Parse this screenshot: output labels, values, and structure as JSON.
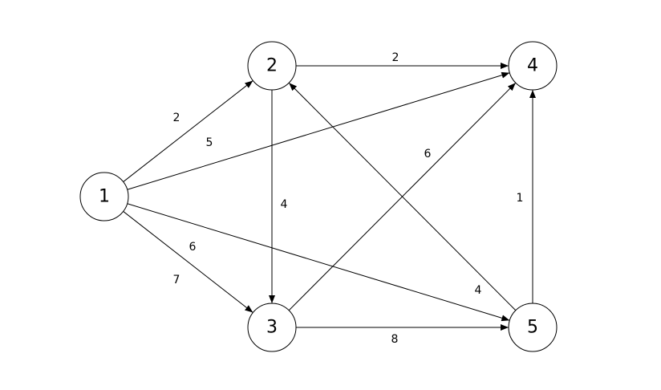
{
  "colors": {
    "stroke": "#000000",
    "fill": "#ffffff"
  },
  "graph": {
    "nodes": [
      {
        "id": "1",
        "label": "1"
      },
      {
        "id": "2",
        "label": "2"
      },
      {
        "id": "3",
        "label": "3"
      },
      {
        "id": "4",
        "label": "4"
      },
      {
        "id": "5",
        "label": "5"
      }
    ],
    "edges": [
      {
        "from": "1",
        "to": "2",
        "weight": "2"
      },
      {
        "from": "1",
        "to": "4",
        "weight": "5"
      },
      {
        "from": "1",
        "to": "5",
        "weight": "6"
      },
      {
        "from": "1",
        "to": "3",
        "weight": "7"
      },
      {
        "from": "2",
        "to": "4",
        "weight": "2"
      },
      {
        "from": "2",
        "to": "3",
        "weight": "4"
      },
      {
        "from": "3",
        "to": "4",
        "weight": "6"
      },
      {
        "from": "3",
        "to": "5",
        "weight": "8"
      },
      {
        "from": "5",
        "to": "4",
        "weight": "1"
      },
      {
        "from": "5",
        "to": "2",
        "weight": "4"
      }
    ]
  }
}
